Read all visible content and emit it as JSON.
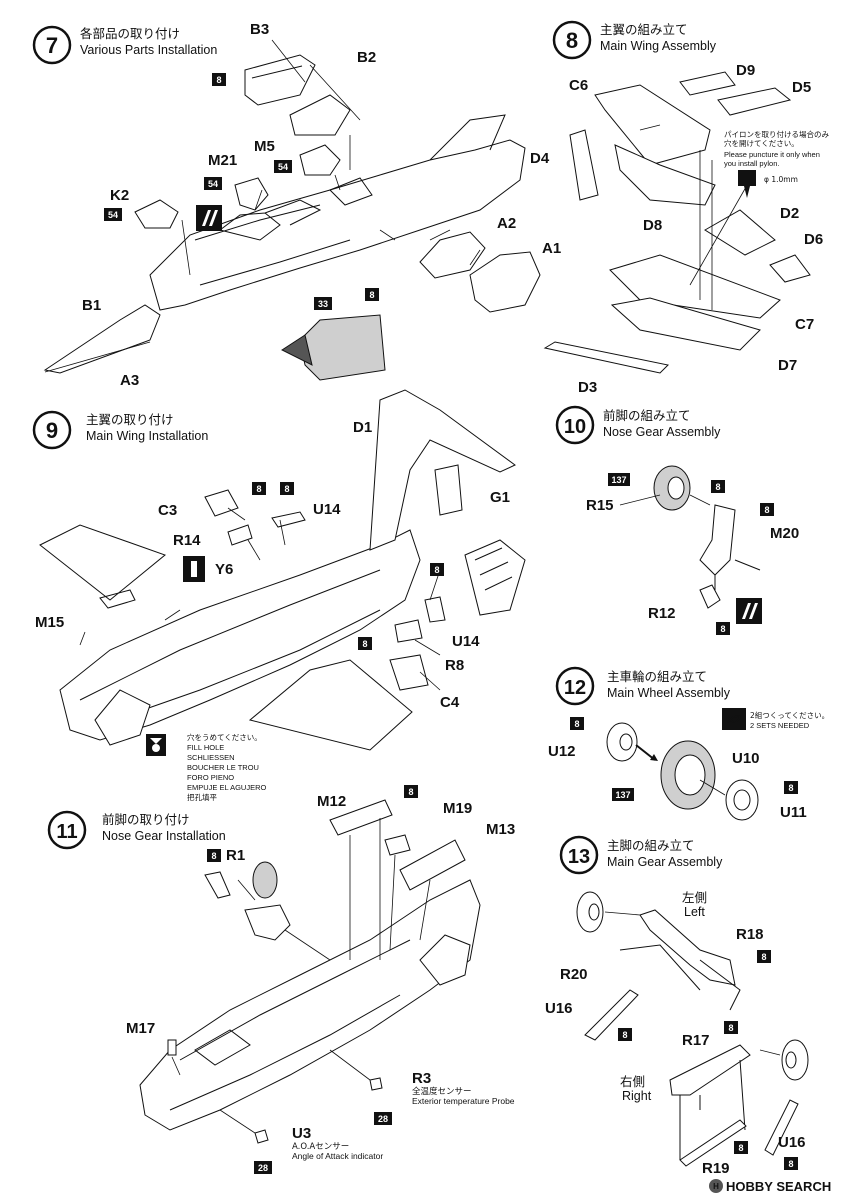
{
  "steps": [
    {
      "num": "7",
      "jp": "各部品の取り付け",
      "en": "Various Parts Installation"
    },
    {
      "num": "8",
      "jp": "主翼の組み立て",
      "en": "Main Wing Assembly"
    },
    {
      "num": "9",
      "jp": "主翼の取り付け",
      "en": "Main Wing Installation"
    },
    {
      "num": "10",
      "jp": "前脚の組み立て",
      "en": "Nose Gear Assembly"
    },
    {
      "num": "11",
      "jp": "前脚の取り付け",
      "en": "Nose Gear Installation"
    },
    {
      "num": "12",
      "jp": "主車輪の組み立て",
      "en": "Main Wheel Assembly"
    },
    {
      "num": "13",
      "jp": "主脚の組み立て",
      "en": "Main Gear Assembly"
    }
  ],
  "parts": {
    "B3": "B3",
    "B2": "B2",
    "M5": "M5",
    "M21": "M21",
    "K2": "K2",
    "A2": "A2",
    "A1": "A1",
    "B1": "B1",
    "A3": "A3",
    "C6": "C6",
    "D9": "D9",
    "D5": "D5",
    "D4": "D4",
    "D8": "D8",
    "D2": "D2",
    "D6": "D6",
    "C7": "C7",
    "D3": "D3",
    "D7": "D7",
    "D1": "D1",
    "G1": "G1",
    "C3": "C3",
    "U14": "U14",
    "R14": "R14",
    "Y6": "Y6",
    "M15": "M15",
    "R8": "R8",
    "C4": "C4",
    "R15": "R15",
    "M20": "M20",
    "R12": "R12",
    "U12": "U12",
    "U10": "U10",
    "U11": "U11",
    "R1": "R1",
    "M12": "M12",
    "M19": "M19",
    "M13": "M13",
    "M17": "M17",
    "R3": "R3",
    "U3": "U3",
    "R18": "R18",
    "R20": "R20",
    "U16": "U16",
    "R17": "R17",
    "R19": "R19"
  },
  "color_codes": {
    "c8": "8",
    "c54": "54",
    "c33": "33",
    "c137": "137",
    "c28": "28"
  },
  "notes": {
    "pylon_jp_1": "パイロンを取り付ける場合のみ",
    "pylon_jp_2": "穴を開けてください。",
    "pylon_en_1": "Please puncture it only when",
    "pylon_en_2": "you install pylon.",
    "drill": "φ 1.0mm",
    "fill_jp": "穴をうめてください。",
    "fill_en": "FILL HOLE",
    "fill_de": "SCHLIESSEN",
    "fill_fr": "BOUCHER LE TROU",
    "fill_it": "FORO PIENO",
    "fill_es": "EMPUJE EL AGUJERO",
    "fill_cn": "把孔填平",
    "x2": "×2",
    "x2_jp": "2組つくってください。",
    "x2_en": "2 SETS NEEDED",
    "left_jp": "左側",
    "left_en": "Left",
    "right_jp": "右側",
    "right_en": "Right",
    "r3_jp": "全温度センサー",
    "r3_en": "Exterior temperature Probe",
    "u3_jp": "A.O.Aセンサー",
    "u3_en": "Angle of Attack indicator",
    "watermark": "HOBBY SEARCH"
  },
  "colors": {
    "ink": "#111111",
    "shade": "#cfcfcf",
    "paper": "#ffffff"
  }
}
